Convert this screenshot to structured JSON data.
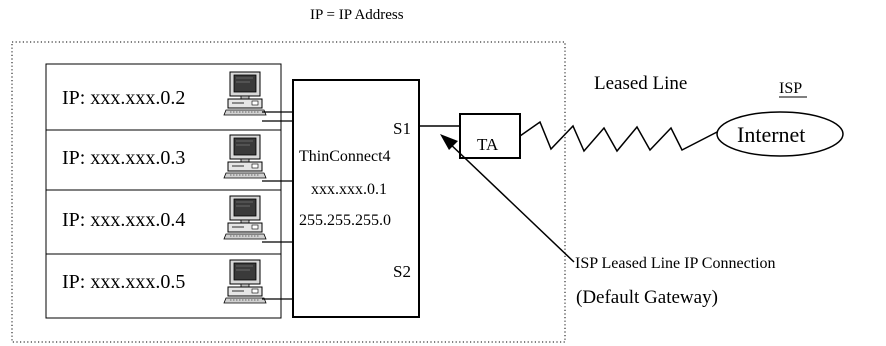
{
  "legend": "IP = IP Address",
  "hosts": [
    {
      "ip": "IP: xxx.xxx.0.2"
    },
    {
      "ip": "IP: xxx.xxx.0.3"
    },
    {
      "ip": "IP: xxx.xxx.0.4"
    },
    {
      "ip": "IP: xxx.xxx.0.5"
    }
  ],
  "router": {
    "port_s1": "S1",
    "name": "ThinConnect4",
    "ip": "xxx.xxx.0.1",
    "mask": "255.255.255.0",
    "port_s2": "S2"
  },
  "terminal_adapter": "TA",
  "leased_line": "Leased Line",
  "isp": "ISP",
  "internet": "Internet",
  "connection": {
    "line1": "ISP Leased Line IP Connection",
    "line2": "(Default Gateway)"
  },
  "icons": [
    "desktop-computer-icon"
  ]
}
